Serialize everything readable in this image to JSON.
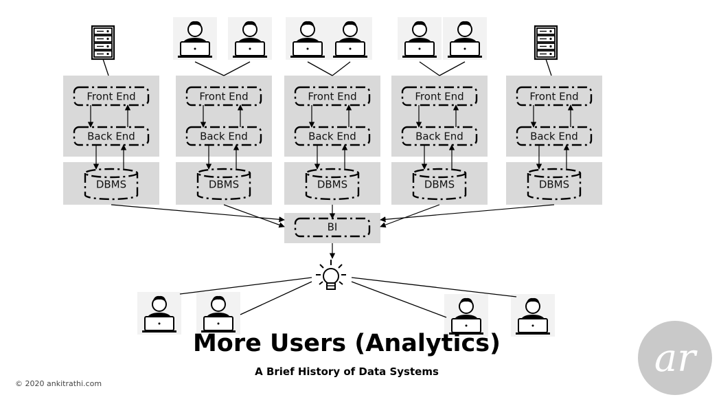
{
  "labels": {
    "front_end": "Front End",
    "back_end": "Back End",
    "dbms": "DBMS",
    "bi": "BI"
  },
  "title": "More Users (Analytics)",
  "subtitle": "A Brief History of Data Systems",
  "copyright": "©  2020  ankitrathi.com",
  "logo_text": "ar",
  "colors": {
    "panel": "#d9d9d9",
    "line": "#000000",
    "logo_bg": "#c9c9c9"
  },
  "icons": {
    "server": "server-icon",
    "user": "user-laptop-icon",
    "bulb": "lightbulb-icon"
  }
}
